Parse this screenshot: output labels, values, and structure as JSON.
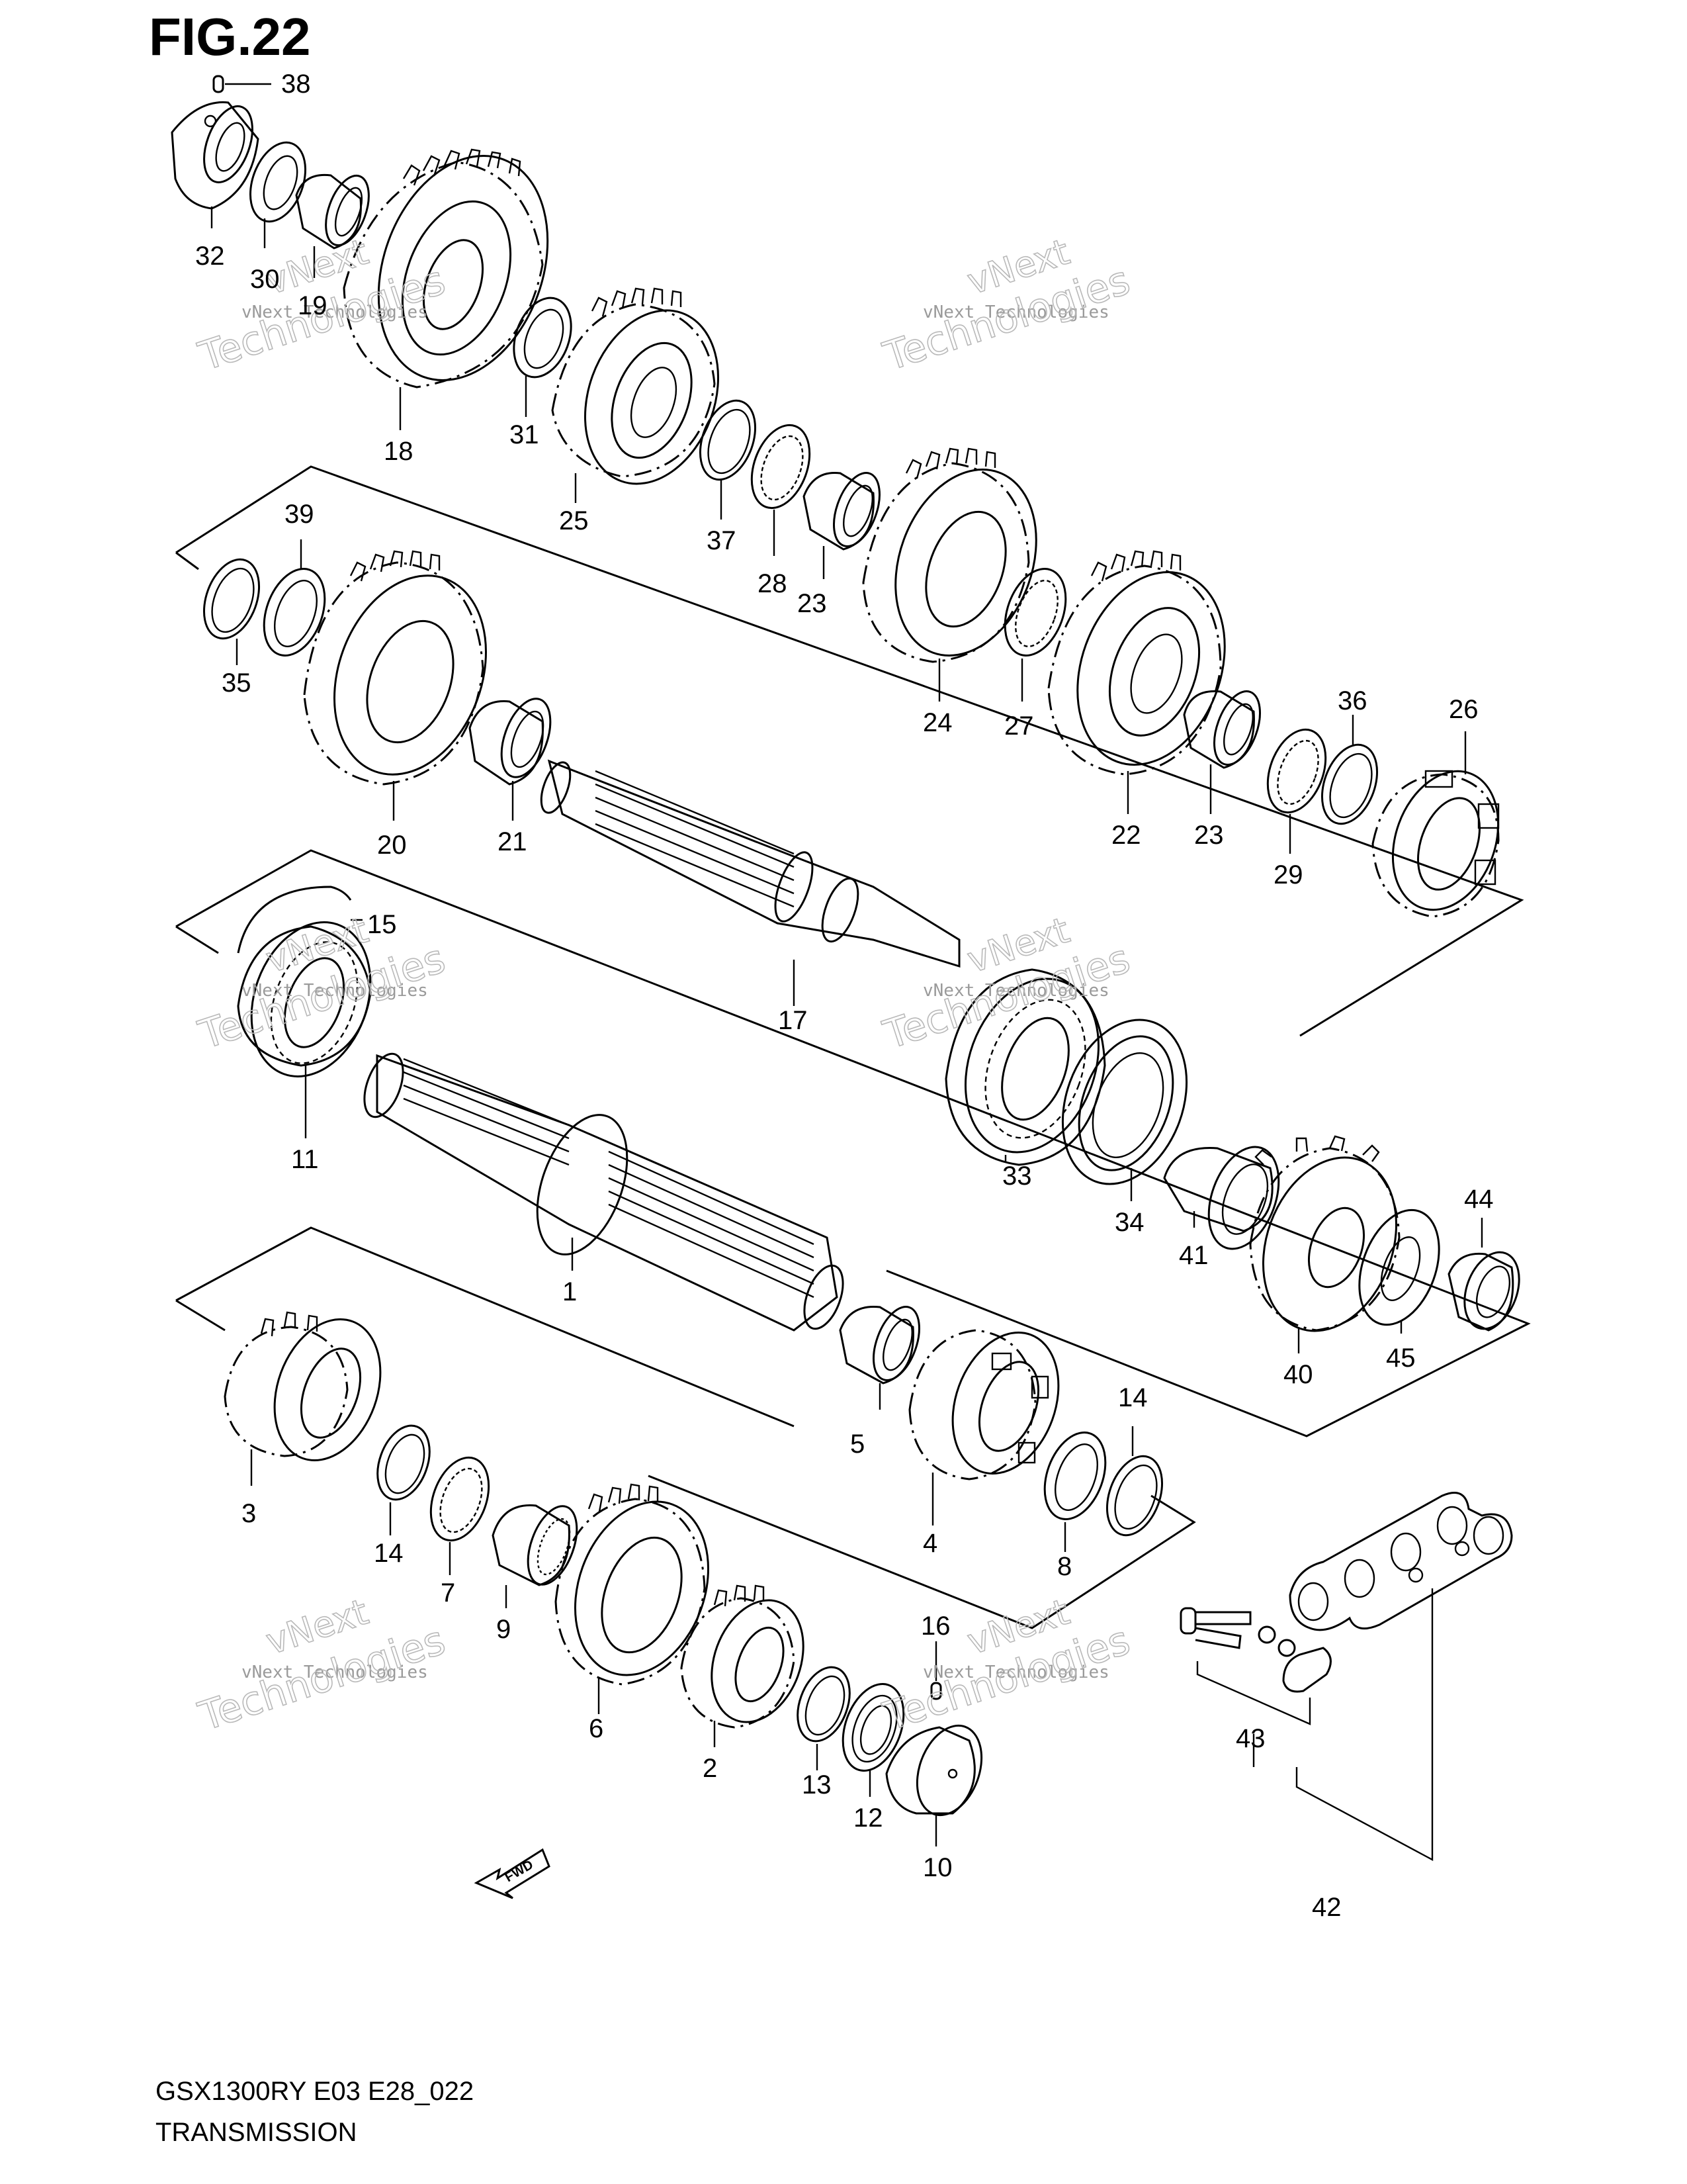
{
  "figure": {
    "title": "FIG.22",
    "model_code": "GSX1300RY E03 E28_022",
    "section_name": "TRANSMISSION"
  },
  "watermark": {
    "line1": "vNext",
    "line2": "vNext Technologies",
    "line3": "Technologies"
  },
  "fwd_label": "FWD",
  "callouts": [
    "1",
    "2",
    "3",
    "4",
    "5",
    "6",
    "7",
    "8",
    "9",
    "10",
    "11",
    "12",
    "13",
    "14",
    "14",
    "15",
    "16",
    "17",
    "18",
    "19",
    "20",
    "21",
    "22",
    "23",
    "23",
    "24",
    "25",
    "26",
    "27",
    "28",
    "29",
    "30",
    "31",
    "32",
    "33",
    "34",
    "35",
    "36",
    "37",
    "38",
    "39",
    "40",
    "41",
    "42",
    "43",
    "44",
    "45"
  ]
}
